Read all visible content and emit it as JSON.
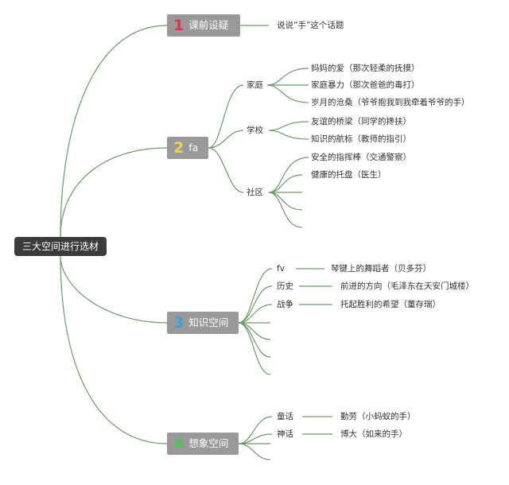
{
  "root": {
    "label": "三大空间进行选材"
  },
  "branches": [
    {
      "number": "1",
      "label": "课前设疑",
      "number_color": "#e3314c",
      "children": [
        {
          "label": "说说“手”这个话题"
        }
      ]
    },
    {
      "number": "2",
      "label": "fa",
      "number_color": "#f3d04a",
      "children": [
        {
          "label": "家庭",
          "items": [
            "妈妈的爱（那次轻柔的抚摸）",
            "家庭暴力（那次爸爸的毒打）",
            "岁月的沧桑（爷爷抱我到我牵着爷爷的手）"
          ]
        },
        {
          "label": "学校",
          "items": [
            "友谊的桥梁（同学的搀扶）",
            "知识的航标（教师的指引）"
          ]
        },
        {
          "label": "社区",
          "items": [
            "安全的指挥棒（交通警察）",
            "健康的托盘（医生）"
          ]
        }
      ]
    },
    {
      "number": "3",
      "label": "知识空间",
      "number_color": "#3aa2e0",
      "children": [
        {
          "label": "fv",
          "items": [
            "琴键上的舞蹈者（贝多芬）"
          ]
        },
        {
          "label": "历史",
          "items": [
            "前进的方向（毛泽东在天安门城楼）"
          ]
        },
        {
          "label": "战争",
          "items": [
            "托起胜利的希望（董存瑞）"
          ]
        }
      ]
    },
    {
      "number": "4",
      "label": "想象空间",
      "number_color": "#4cc45a",
      "children": [
        {
          "label": "童话",
          "items": [
            "勤劳（小蚂蚁的手）"
          ]
        },
        {
          "label": "神话",
          "items": [
            "博大（如来的手）"
          ]
        }
      ]
    }
  ],
  "colors": {
    "link": "#6a9a6a",
    "branch_fill": "#999999",
    "root_fill": "#3b3b3b"
  }
}
